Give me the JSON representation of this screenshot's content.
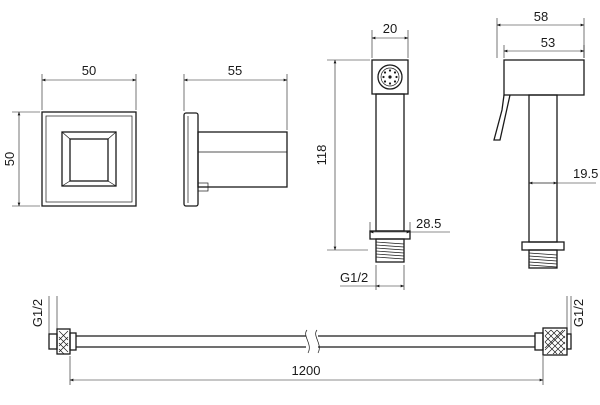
{
  "dimensions": {
    "holder_width": "50",
    "holder_height": "50",
    "holder_depth": "55",
    "sprayer_head_width": "20",
    "sprayer_length": "118",
    "sprayer_thread_width": "28.5",
    "sprayer_thread": "G1/2",
    "side_total_depth": "58",
    "side_body_depth": "53",
    "side_handle_width": "19.5",
    "hose_thread_left": "G1/2",
    "hose_thread_right": "G1/2",
    "hose_length": "1200"
  }
}
